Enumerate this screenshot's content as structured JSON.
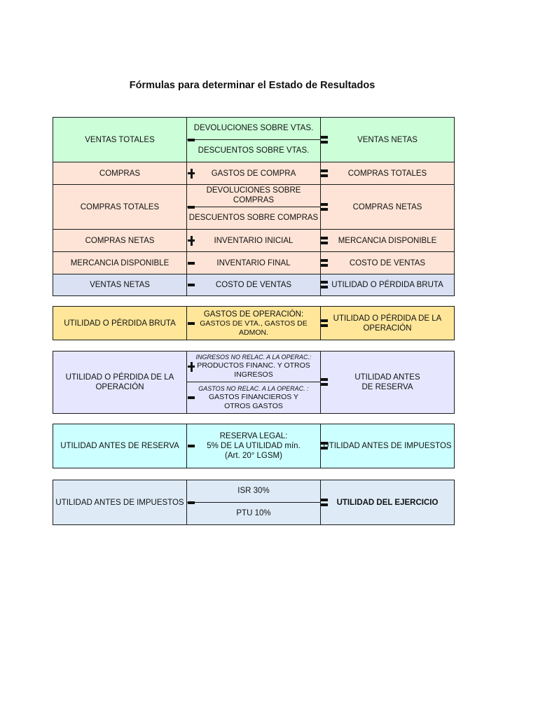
{
  "title": "Fórmulas para determinar el Estado de Resultados",
  "block1": {
    "r1": {
      "c1": "VENTAS TOTALES",
      "c2_top": "DEVOLUCIONES SOBRE VTAS.",
      "c2_bottom": "DESCUENTOS SOBRE VTAS.",
      "c3": "VENTAS NETAS",
      "op": "minus"
    },
    "r2": {
      "c1": "COMPRAS",
      "c2": "GASTOS DE COMPRA",
      "c3": "COMPRAS TOTALES",
      "op": "plus"
    },
    "r3": {
      "c1": "COMPRAS TOTALES",
      "c2_top": "DEVOLUCIONES SOBRE COMPRAS",
      "c2_bottom": "DESCUENTOS SOBRE COMPRAS",
      "c3": "COMPRAS NETAS",
      "op": "minus"
    },
    "r4": {
      "c1": "COMPRAS NETAS",
      "c2": "INVENTARIO INICIAL",
      "c3": "MERCANCIA DISPONIBLE",
      "op": "plus"
    },
    "r5": {
      "c1": "MERCANCIA DISPONIBLE",
      "c2": "INVENTARIO FINAL",
      "c3": "COSTO DE VENTAS",
      "op": "minus"
    },
    "r6": {
      "c1": "VENTAS NETAS",
      "c2": "COSTO DE VENTAS",
      "c3": "UTILIDAD O PÉRDIDA BRUTA",
      "op": "minus"
    }
  },
  "block2": {
    "c1": "UTILIDAD O PÉRDIDA BRUTA",
    "c2_line1": "GASTOS DE OPERACIÓN:",
    "c2_line2": "GASTOS DE VTA., GASTOS DE ADMON.",
    "c3": "UTILIDAD O PÉRDIDA DE LA OPERACIÓN"
  },
  "block3": {
    "c1": "UTILIDAD O PÉRDIDA DE LA OPERACIÓN",
    "c2_top_label": "INGRESOS NO RELAC. A LA OPERAC.:",
    "c2_top_text": "PRODUCTOS FINANC. Y OTROS INGRESOS",
    "c2_bottom_label": "GASTOS NO RELAC. A LA OPERAC. :",
    "c2_bottom_text": "GASTOS FINANCIEROS Y OTROS GASTOS",
    "c3_line1": "UTILIDAD ANTES",
    "c3_line2": "DE RESERVA"
  },
  "block4": {
    "c1": "UTILIDAD ANTES DE RESERVA",
    "c2_line1": "RESERVA LEGAL:",
    "c2_line2": "5% DE LA UTILIDAD mín.",
    "c2_line3": "(Art. 20° LGSM)",
    "c3": "UTILIDAD ANTES DE IMPUESTOS"
  },
  "block5": {
    "c1": "UTILIDAD ANTES DE IMPUESTOS",
    "c2_top": "ISR 30%",
    "c2_bottom": "PTU 10%",
    "c3": "UTILIDAD DEL EJERCICIO"
  }
}
